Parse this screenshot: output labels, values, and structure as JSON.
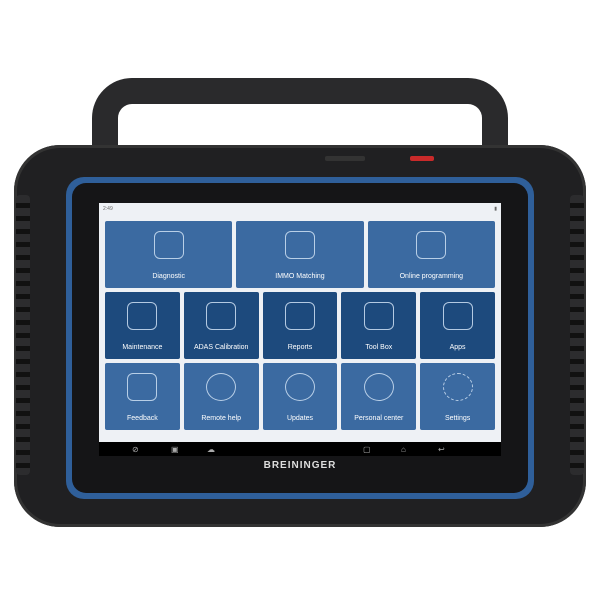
{
  "status": {
    "time": "2:49"
  },
  "tiles_row1": [
    "Diagnostic",
    "IMMO Matching",
    "Online programming"
  ],
  "tiles_row2": [
    "Maintenance",
    "ADAS Calibration",
    "Reports",
    "Tool Box",
    "Apps"
  ],
  "tiles_row3": [
    "Feedback",
    "Remote help",
    "Updates",
    "Personal center",
    "Settings"
  ],
  "nav": {
    "browser": "⊘",
    "gallery": "▣",
    "vci": "☁",
    "recents": "▢",
    "home": "⌂",
    "back": "↩"
  },
  "brand": "BREININGER",
  "colors": {
    "tile": "#3b6aa1",
    "tile_dark": "#1d4a7d",
    "bezel": "#2f5f9a"
  }
}
